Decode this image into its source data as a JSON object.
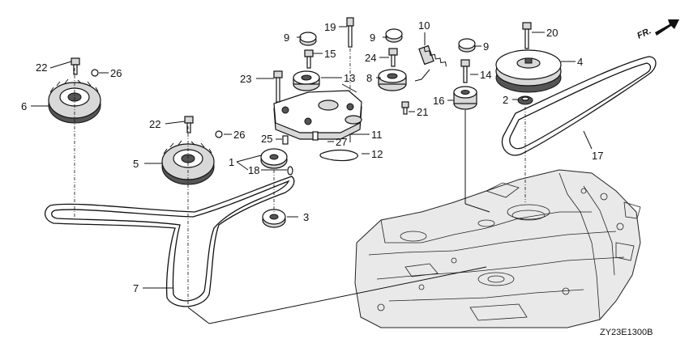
{
  "diagram": {
    "code": "ZY23E1300B",
    "front_marker": "FR.",
    "callouts": [
      {
        "id": "c1",
        "text": "1"
      },
      {
        "id": "c2",
        "text": "2"
      },
      {
        "id": "c3",
        "text": "3"
      },
      {
        "id": "c4",
        "text": "4"
      },
      {
        "id": "c5",
        "text": "5"
      },
      {
        "id": "c6",
        "text": "6"
      },
      {
        "id": "c7",
        "text": "7"
      },
      {
        "id": "c8",
        "text": "8"
      },
      {
        "id": "c9a",
        "text": "9"
      },
      {
        "id": "c9b",
        "text": "9"
      },
      {
        "id": "c9c",
        "text": "9"
      },
      {
        "id": "c10",
        "text": "10"
      },
      {
        "id": "c11",
        "text": "11"
      },
      {
        "id": "c12",
        "text": "12"
      },
      {
        "id": "c13",
        "text": "13"
      },
      {
        "id": "c14",
        "text": "14"
      },
      {
        "id": "c15",
        "text": "15"
      },
      {
        "id": "c16",
        "text": "16"
      },
      {
        "id": "c17",
        "text": "17"
      },
      {
        "id": "c18",
        "text": "18"
      },
      {
        "id": "c19",
        "text": "19"
      },
      {
        "id": "c20",
        "text": "20"
      },
      {
        "id": "c21",
        "text": "21"
      },
      {
        "id": "c22a",
        "text": "22"
      },
      {
        "id": "c22b",
        "text": "22"
      },
      {
        "id": "c23",
        "text": "23"
      },
      {
        "id": "c24",
        "text": "24"
      },
      {
        "id": "c25",
        "text": "25"
      },
      {
        "id": "c26a",
        "text": "26"
      },
      {
        "id": "c26b",
        "text": "26"
      },
      {
        "id": "c27",
        "text": "27"
      }
    ]
  }
}
